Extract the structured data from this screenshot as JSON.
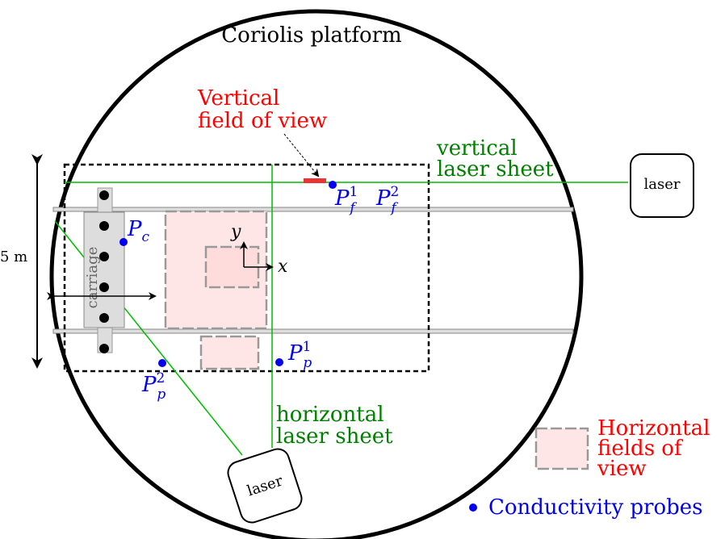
{
  "title": "Coriolis platform",
  "scale_label": "5 m",
  "carriage_label": "carriage",
  "vertical_fov_label": [
    "Vertical",
    "field of view"
  ],
  "vertical_laser_label": [
    "vertical",
    "laser sheet"
  ],
  "horizontal_laser_label": [
    "horizontal",
    "laser sheet"
  ],
  "laser_label": "laser",
  "axes": {
    "x": "x",
    "y": "y"
  },
  "probes": [
    {
      "id": "Pc",
      "main": "P",
      "sub": "c",
      "sup": ""
    },
    {
      "id": "Pf1",
      "main": "P",
      "sub": "f",
      "sup": "1"
    },
    {
      "id": "Pf2",
      "main": "P",
      "sub": "f",
      "sup": "2"
    },
    {
      "id": "Pp1",
      "main": "P",
      "sub": "p",
      "sup": "1"
    },
    {
      "id": "Pp2",
      "main": "P",
      "sub": "p",
      "sup": "2"
    }
  ],
  "legend": {
    "horizontal_fov": [
      "Horizontal",
      "fields of",
      "view"
    ],
    "probes": "Conductivity probes"
  },
  "colors": {
    "probe": "#0000ee",
    "fov_label": "#ff0000",
    "laser_sheet": "#00bb00",
    "laser_text": "#008000",
    "fov_fill": "#ffe6e6",
    "fov_stroke": "#999999",
    "vertical_fov_bar": "#ee3333"
  }
}
